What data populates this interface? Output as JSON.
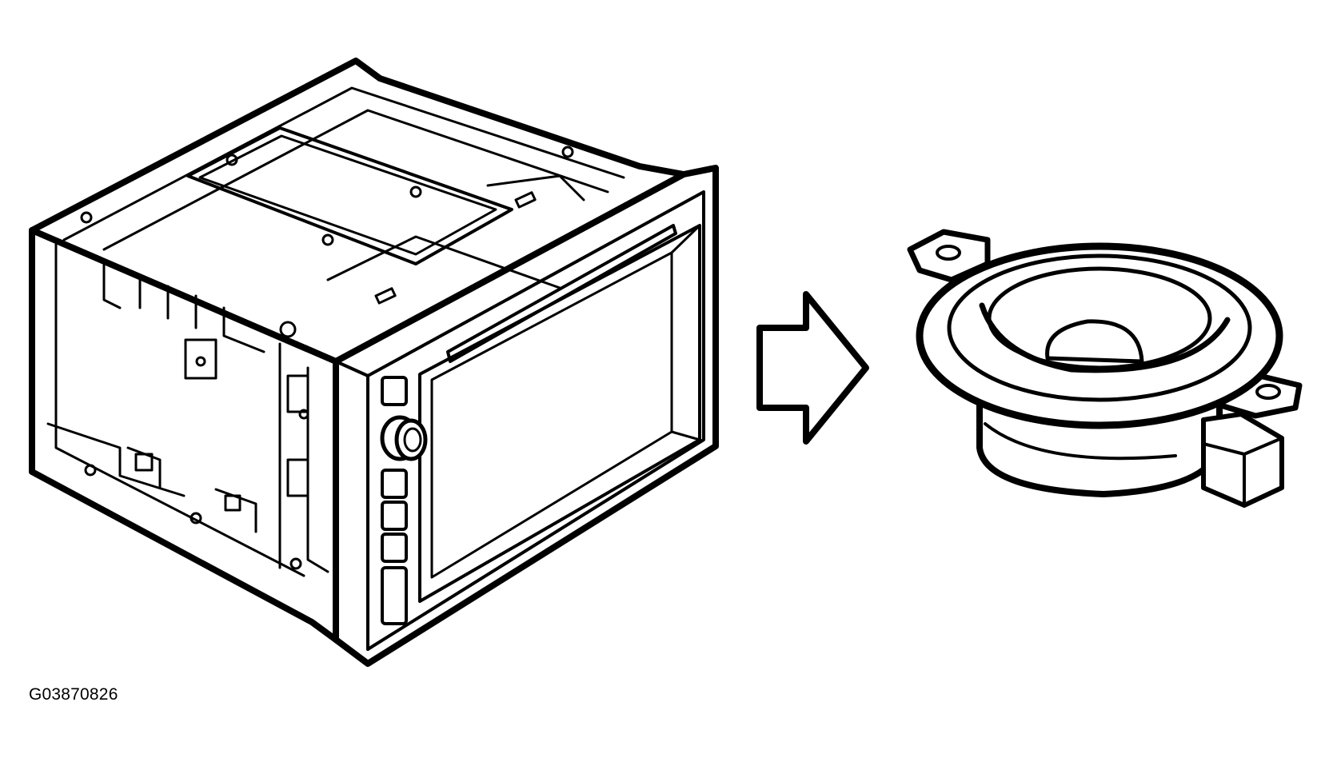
{
  "figure": {
    "id_label": "G03870826",
    "parts": [
      {
        "name": "radio-head-unit"
      },
      {
        "name": "arrow"
      },
      {
        "name": "speaker"
      }
    ]
  },
  "colors": {
    "line": "#000000",
    "background": "#ffffff"
  }
}
